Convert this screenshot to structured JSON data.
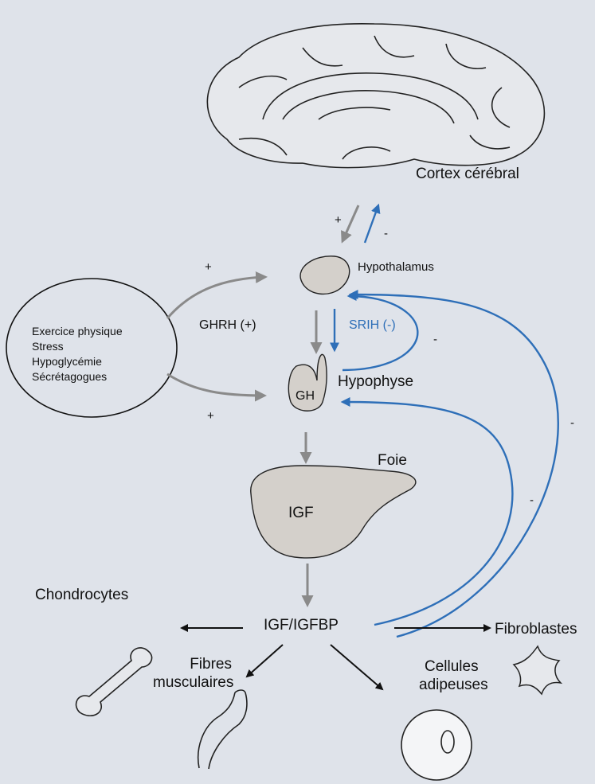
{
  "labels": {
    "cortex": "Cortex cérébral",
    "hypothalamus": "Hypothalamus",
    "ghrh": "GHRH (+)",
    "srih": "SRIH (-)",
    "gh": "GH",
    "hypophyse": "Hypophyse",
    "foie": "Foie",
    "igf": "IGF",
    "igf_igfbp": "IGF/IGFBP",
    "chondrocytes": "Chondrocytes",
    "fibres_line1": "Fibres",
    "fibres_line2": "musculaires",
    "cellules_line1": "Cellules",
    "cellules_line2": "adipeuses",
    "fibroblastes": "Fibroblastes"
  },
  "stimuli": [
    "Exercice physique",
    "Stress",
    "Hypoglycémie",
    "Sécrétagogues"
  ],
  "signs": {
    "plus": "+",
    "minus": "-"
  },
  "colors": {
    "background": "#dfe3ea",
    "organ_fill": "#d4d0cb",
    "blue_arrow": "#2e6fb8",
    "grey_arrow": "#8a8a8a",
    "ink": "#111111"
  }
}
